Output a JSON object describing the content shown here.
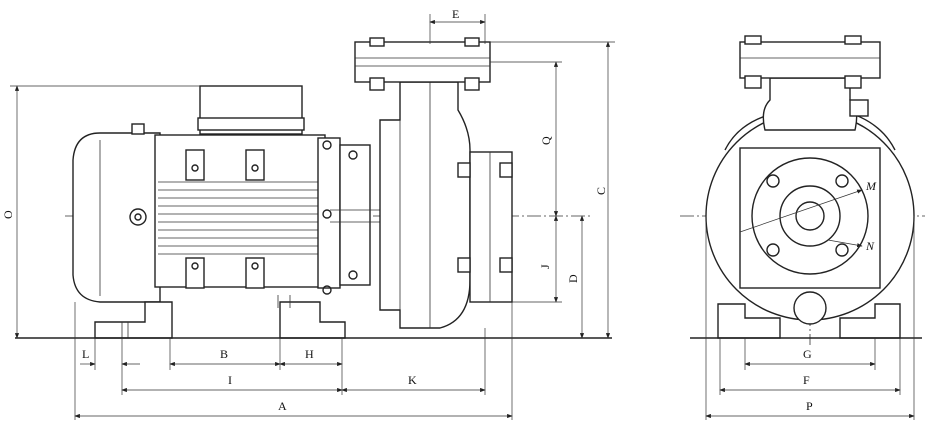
{
  "dimension_labels": {
    "A": "A",
    "B": "B",
    "C": "C",
    "D": "D",
    "E": "E",
    "F": "F",
    "G": "G",
    "H": "H",
    "I": "I",
    "J": "J",
    "K": "K",
    "L": "L",
    "M": "M",
    "N": "N",
    "O": "O",
    "P": "P",
    "Q": "Q"
  }
}
